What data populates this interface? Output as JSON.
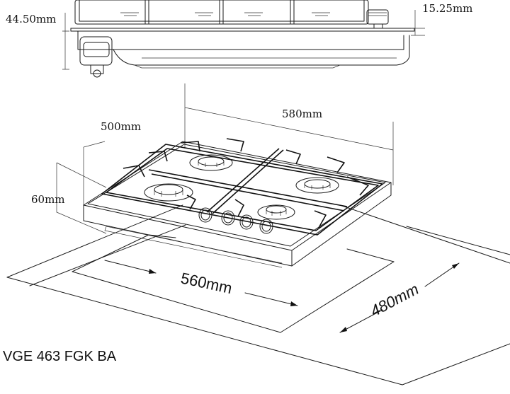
{
  "model": "VGE 463 FGK BA",
  "dimensions": {
    "side_height": "44.50mm",
    "knob_height": "15.25mm",
    "depth": "500mm",
    "width": "580mm",
    "height": "60mm",
    "cutout_width": "560mm",
    "cutout_depth": "480mm"
  },
  "burners": 4,
  "knobs": 4
}
